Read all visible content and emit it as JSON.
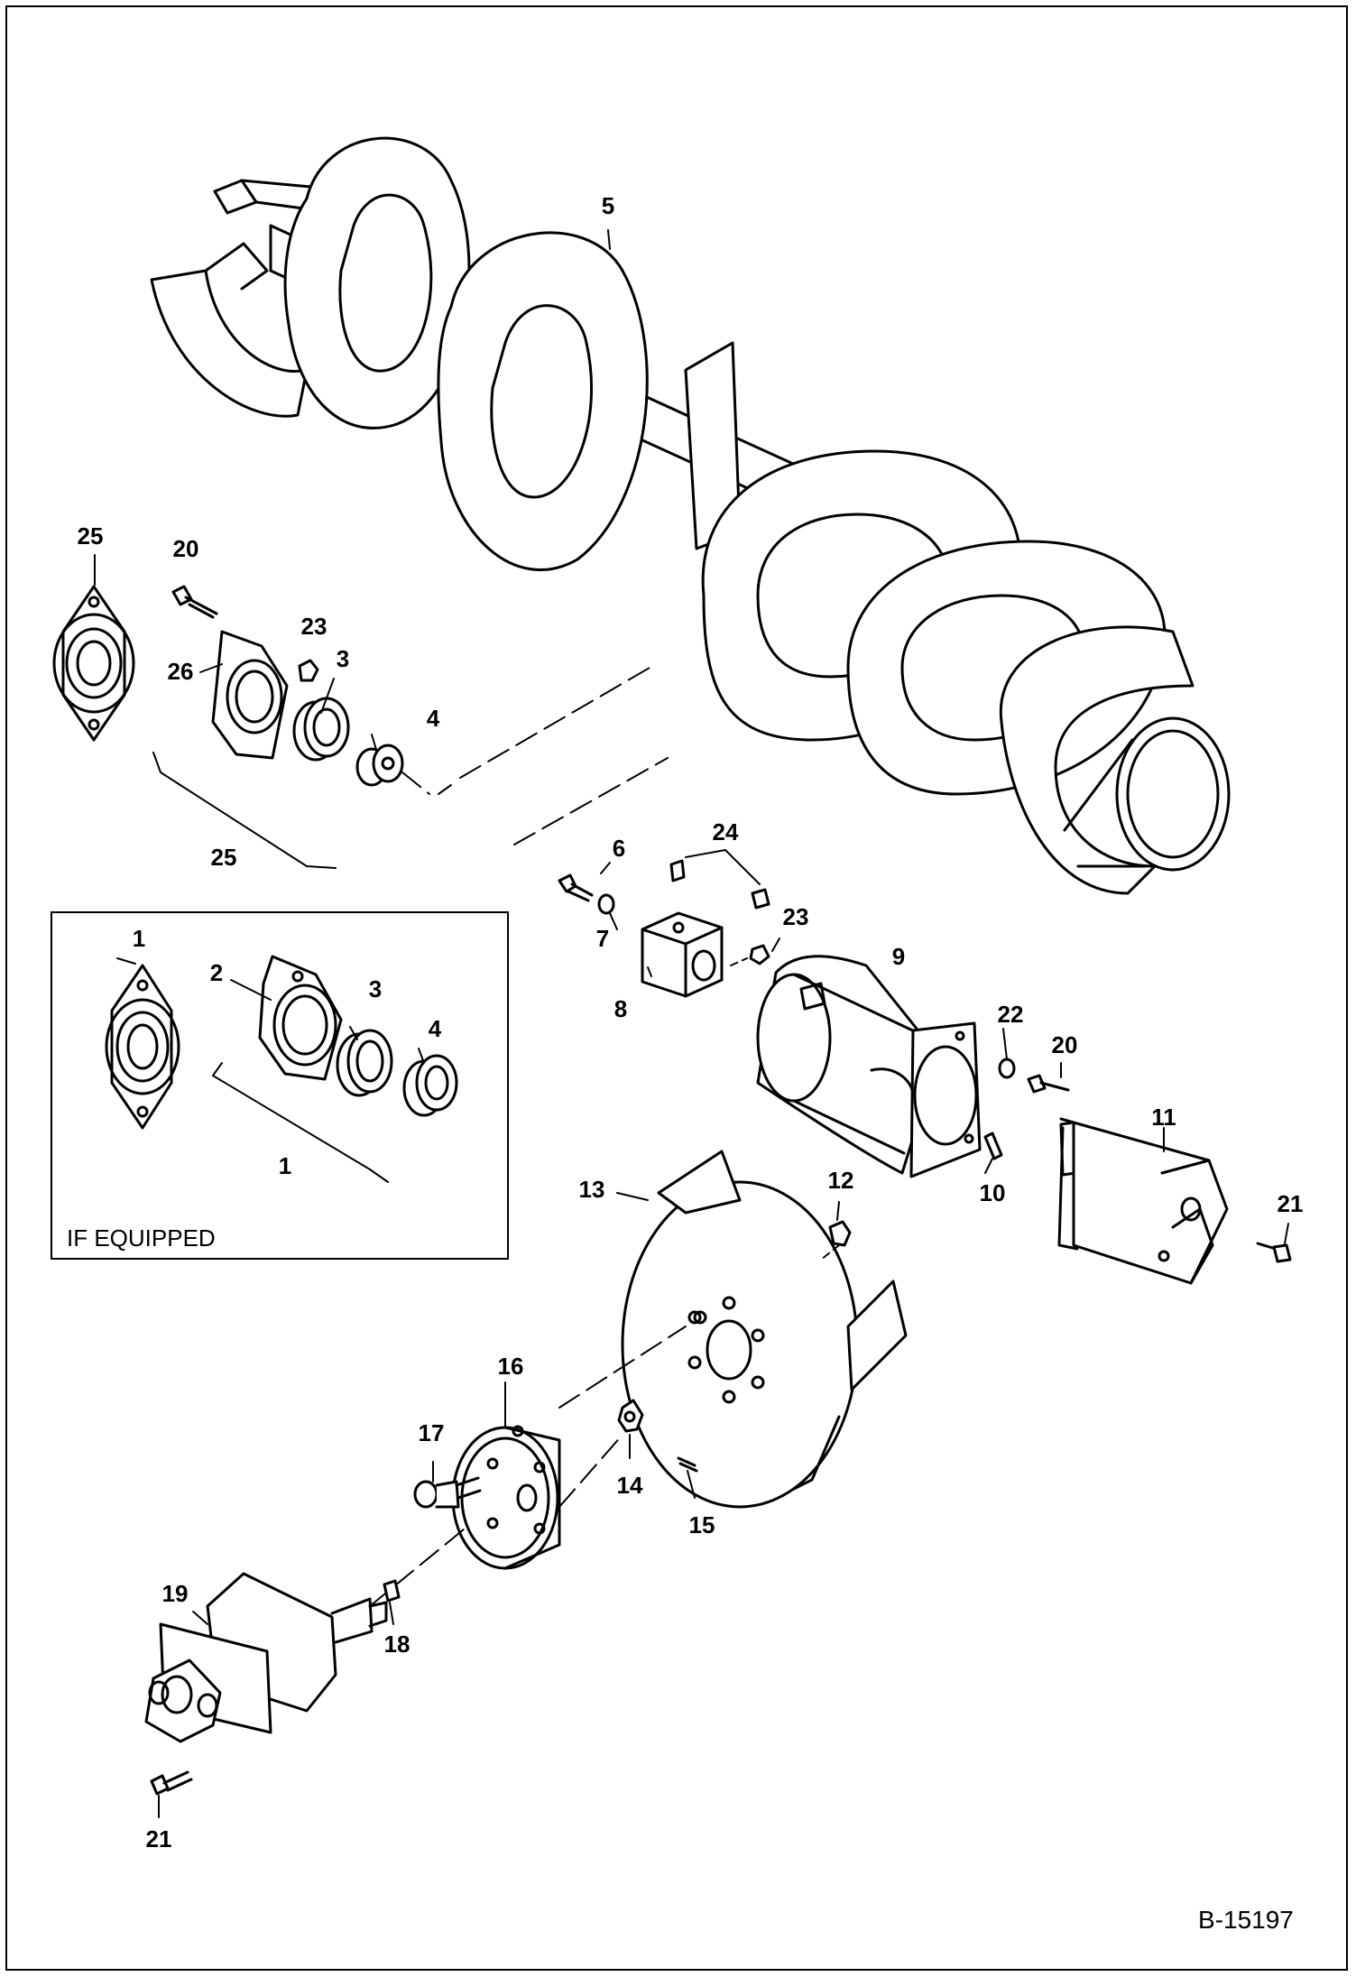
{
  "diagram": {
    "drawing_number": "B-15197",
    "inset_caption": "IF EQUIPPED",
    "callouts": {
      "c1_inset_flange": "1",
      "c1_inset_bracket": "1",
      "c2": "2",
      "c3_inset": "3",
      "c3_main": "3",
      "c4_inset": "4",
      "c4_main": "4",
      "c5": "5",
      "c6": "6",
      "c7": "7",
      "c8": "8",
      "c9": "9",
      "c10": "10",
      "c11": "11",
      "c12": "12",
      "c13": "13",
      "c14": "14",
      "c15": "15",
      "c16": "16",
      "c17": "17",
      "c18": "18",
      "c19": "19",
      "c20_top": "20",
      "c20_right": "20",
      "c21_right": "21",
      "c21_bottom": "21",
      "c22": "22",
      "c23_top": "23",
      "c23_mid": "23",
      "c24": "24",
      "c25_flange": "25",
      "c25_bracket": "25",
      "c26": "26"
    }
  }
}
